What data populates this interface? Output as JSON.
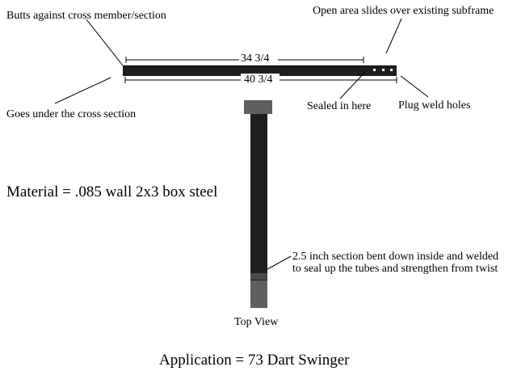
{
  "labels": {
    "butts_against": "Butts against cross member/section",
    "open_area": "Open area slides over existing subframe",
    "goes_under": "Goes under the cross section",
    "sealed_in": "Sealed in here",
    "plug_weld": "Plug weld holes",
    "bent_section_line1": "2.5 inch section bent down inside and welded",
    "bent_section_line2": "to seal up the tubes and strengthen from twist",
    "top_view": "Top View",
    "material": "Material = .085 wall  2x3 box steel",
    "application": "Application = 73 Dart Swinger"
  },
  "dimensions": {
    "upper": "34 3/4",
    "lower": "40 3/4"
  },
  "colors": {
    "tube": "#1e1e1e",
    "tube_end": "#5f5f5f",
    "line": "#000000"
  }
}
